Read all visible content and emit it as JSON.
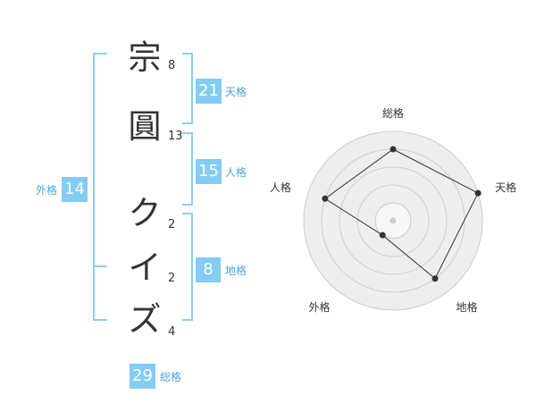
{
  "name_chars": [
    {
      "char": "宗",
      "strokes": "8"
    },
    {
      "char": "圓",
      "strokes": "13"
    },
    {
      "char": "ク",
      "strokes": "2"
    },
    {
      "char": "イ",
      "strokes": "2"
    },
    {
      "char": "ズ",
      "strokes": "4"
    }
  ],
  "scores": {
    "tenkaku": {
      "value": "21",
      "label": "天格"
    },
    "jinkaku": {
      "value": "15",
      "label": "人格"
    },
    "chikaku": {
      "value": "8",
      "label": "地格"
    },
    "gaikaku": {
      "value": "14",
      "label": "外格"
    },
    "soukaku": {
      "value": "29",
      "label": "総格"
    }
  },
  "colors": {
    "accent": "#83ccf3",
    "bracket": "#8ccff2",
    "radar_fill": "#eeeeee",
    "radar_grid": "#cccccc",
    "radar_line": "#333333"
  },
  "chart_data": {
    "type": "radar",
    "axes": [
      "総格",
      "天格",
      "地格",
      "外格",
      "人格"
    ],
    "max": 5,
    "rings": 5,
    "values": [
      4,
      5,
      4,
      1,
      4
    ]
  }
}
